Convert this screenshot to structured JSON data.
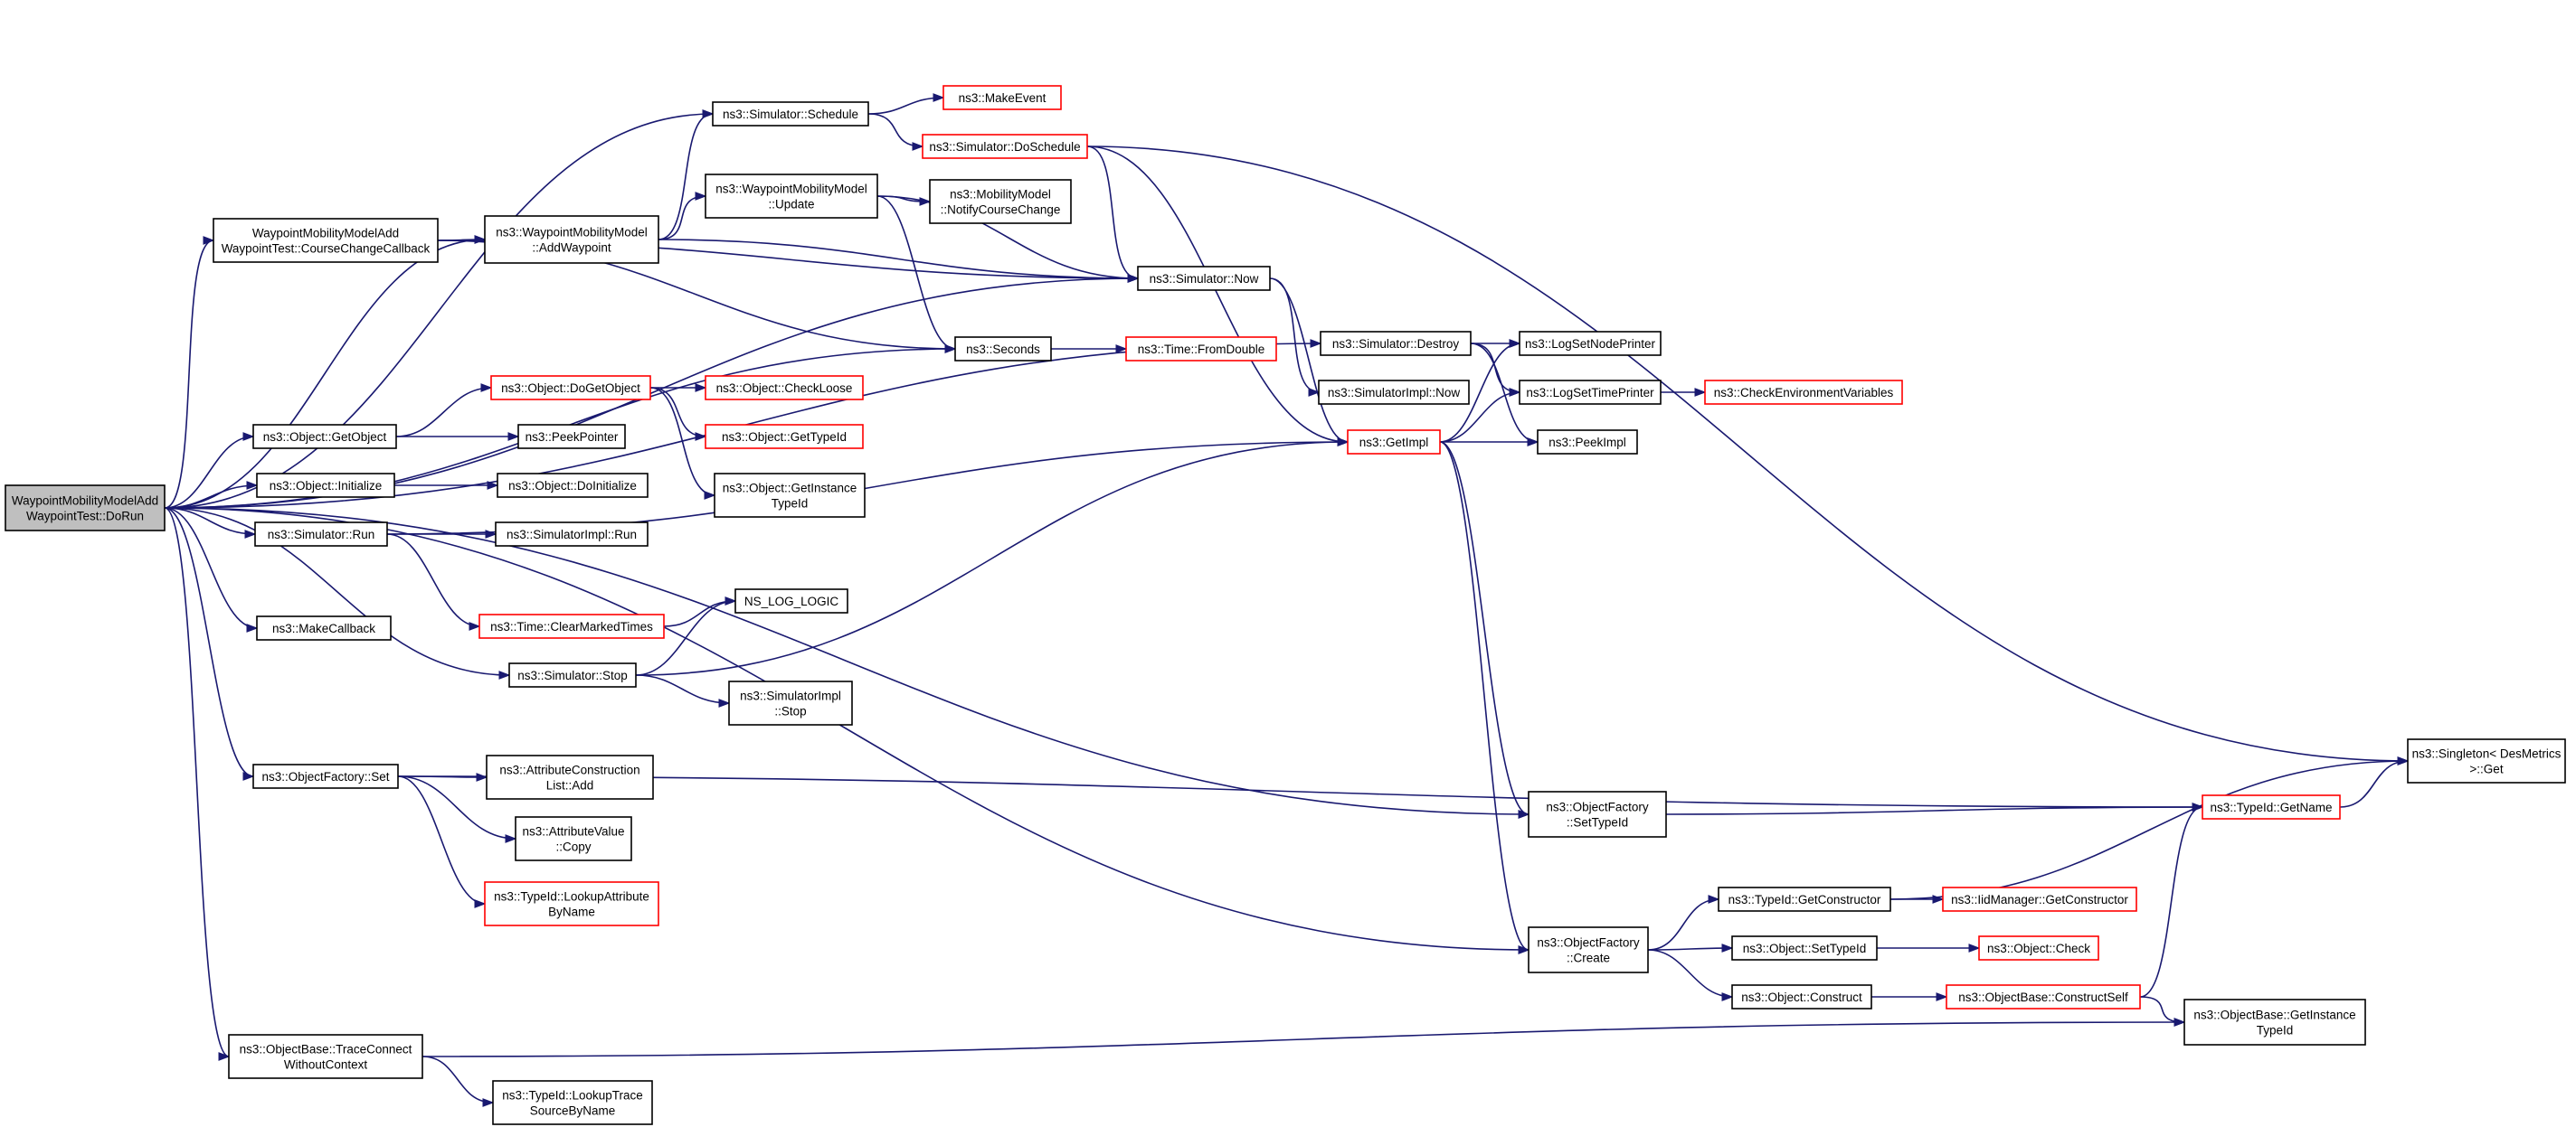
{
  "colors": {
    "edge": "#191970",
    "node_border_default": "#000000",
    "node_border_truncated": "#ff0000",
    "node_fill_default": "#ffffff",
    "node_fill_root": "#bfbfbf"
  },
  "nodes": [
    {
      "id": "root",
      "lines": [
        "WaypointMobilityModelAdd",
        "WaypointTest::DoRun"
      ],
      "style": "root"
    },
    {
      "id": "cccb",
      "lines": [
        "WaypointMobilityModelAdd",
        "WaypointTest::CourseChangeCallback"
      ],
      "style": "normal"
    },
    {
      "id": "addwp",
      "lines": [
        "ns3::WaypointMobilityModel",
        "::AddWaypoint"
      ],
      "style": "normal"
    },
    {
      "id": "schedule",
      "lines": [
        "ns3::Simulator::Schedule"
      ],
      "style": "normal"
    },
    {
      "id": "makeevent",
      "lines": [
        "ns3::MakeEvent"
      ],
      "style": "truncated"
    },
    {
      "id": "doschedule",
      "lines": [
        "ns3::Simulator::DoSchedule"
      ],
      "style": "truncated"
    },
    {
      "id": "update",
      "lines": [
        "ns3::WaypointMobilityModel",
        "::Update"
      ],
      "style": "normal"
    },
    {
      "id": "notify",
      "lines": [
        "ns3::MobilityModel",
        "::NotifyCourseChange"
      ],
      "style": "normal"
    },
    {
      "id": "now",
      "lines": [
        "ns3::Simulator::Now"
      ],
      "style": "normal"
    },
    {
      "id": "seconds",
      "lines": [
        "ns3::Seconds"
      ],
      "style": "normal"
    },
    {
      "id": "fromdouble",
      "lines": [
        "ns3::Time::FromDouble"
      ],
      "style": "truncated"
    },
    {
      "id": "destroy",
      "lines": [
        "ns3::Simulator::Destroy"
      ],
      "style": "normal"
    },
    {
      "id": "logsetnode",
      "lines": [
        "ns3::LogSetNodePrinter"
      ],
      "style": "normal"
    },
    {
      "id": "logsettime",
      "lines": [
        "ns3::LogSetTimePrinter"
      ],
      "style": "normal"
    },
    {
      "id": "checkenv",
      "lines": [
        "ns3::CheckEnvironmentVariables"
      ],
      "style": "truncated"
    },
    {
      "id": "simimplnow",
      "lines": [
        "ns3::SimulatorImpl::Now"
      ],
      "style": "normal"
    },
    {
      "id": "getimpl",
      "lines": [
        "ns3::GetImpl"
      ],
      "style": "truncated"
    },
    {
      "id": "peekimpl",
      "lines": [
        "ns3::PeekImpl"
      ],
      "style": "normal"
    },
    {
      "id": "getobject",
      "lines": [
        "ns3::Object::GetObject"
      ],
      "style": "normal"
    },
    {
      "id": "dogetobject",
      "lines": [
        "ns3::Object::DoGetObject"
      ],
      "style": "truncated"
    },
    {
      "id": "checkloose",
      "lines": [
        "ns3::Object::CheckLoose"
      ],
      "style": "truncated"
    },
    {
      "id": "gettypeid",
      "lines": [
        "ns3::Object::GetTypeId"
      ],
      "style": "truncated"
    },
    {
      "id": "getinsttypeid",
      "lines": [
        "ns3::Object::GetInstance",
        "TypeId"
      ],
      "style": "normal"
    },
    {
      "id": "peekpointer",
      "lines": [
        "ns3::PeekPointer"
      ],
      "style": "normal"
    },
    {
      "id": "initialize",
      "lines": [
        "ns3::Object::Initialize"
      ],
      "style": "normal"
    },
    {
      "id": "doinitialize",
      "lines": [
        "ns3::Object::DoInitialize"
      ],
      "style": "normal"
    },
    {
      "id": "simrun",
      "lines": [
        "ns3::Simulator::Run"
      ],
      "style": "normal"
    },
    {
      "id": "simimplrun",
      "lines": [
        "ns3::SimulatorImpl::Run"
      ],
      "style": "normal"
    },
    {
      "id": "clearmarked",
      "lines": [
        "ns3::Time::ClearMarkedTimes"
      ],
      "style": "truncated"
    },
    {
      "id": "nslog",
      "lines": [
        "NS_LOG_LOGIC"
      ],
      "style": "normal"
    },
    {
      "id": "makecallback",
      "lines": [
        "ns3::MakeCallback"
      ],
      "style": "normal"
    },
    {
      "id": "simstop",
      "lines": [
        "ns3::Simulator::Stop"
      ],
      "style": "normal"
    },
    {
      "id": "simimplstop",
      "lines": [
        "ns3::SimulatorImpl",
        "::Stop"
      ],
      "style": "normal"
    },
    {
      "id": "ofset",
      "lines": [
        "ns3::ObjectFactory::Set"
      ],
      "style": "normal"
    },
    {
      "id": "attrconstr",
      "lines": [
        "ns3::AttributeConstruction",
        "List::Add"
      ],
      "style": "normal"
    },
    {
      "id": "attrcopy",
      "lines": [
        "ns3::AttributeValue",
        "::Copy"
      ],
      "style": "normal"
    },
    {
      "id": "lookupattr",
      "lines": [
        "ns3::TypeId::LookupAttribute",
        "ByName"
      ],
      "style": "truncated"
    },
    {
      "id": "ofsettypeid",
      "lines": [
        "ns3::ObjectFactory",
        "::SetTypeId"
      ],
      "style": "normal"
    },
    {
      "id": "typeidgetname",
      "lines": [
        "ns3::TypeId::GetName"
      ],
      "style": "truncated"
    },
    {
      "id": "singleton",
      "lines": [
        "ns3::Singleton< DesMetrics",
        " >::Get"
      ],
      "style": "normal"
    },
    {
      "id": "ofcreate",
      "lines": [
        "ns3::ObjectFactory",
        "::Create"
      ],
      "style": "normal"
    },
    {
      "id": "getconstructor",
      "lines": [
        "ns3::TypeId::GetConstructor"
      ],
      "style": "normal"
    },
    {
      "id": "iidgetconstr",
      "lines": [
        "ns3::IidManager::GetConstructor"
      ],
      "style": "truncated"
    },
    {
      "id": "objsettypeid",
      "lines": [
        "ns3::Object::SetTypeId"
      ],
      "style": "normal"
    },
    {
      "id": "objcheck",
      "lines": [
        "ns3::Object::Check"
      ],
      "style": "truncated"
    },
    {
      "id": "objconstruct",
      "lines": [
        "ns3::Object::Construct"
      ],
      "style": "normal"
    },
    {
      "id": "constructself",
      "lines": [
        "ns3::ObjectBase::ConstructSelf"
      ],
      "style": "truncated"
    },
    {
      "id": "obgetinsttypeid",
      "lines": [
        "ns3::ObjectBase::GetInstance",
        "TypeId"
      ],
      "style": "normal"
    },
    {
      "id": "traceconnect",
      "lines": [
        "ns3::ObjectBase::TraceConnect",
        "WithoutContext"
      ],
      "style": "normal"
    },
    {
      "id": "lookuptrace",
      "lines": [
        "ns3::TypeId::LookupTrace",
        "SourceByName"
      ],
      "style": "normal"
    }
  ],
  "edges": [
    [
      "root",
      "cccb"
    ],
    [
      "root",
      "addwp"
    ],
    [
      "root",
      "schedule"
    ],
    [
      "root",
      "now"
    ],
    [
      "root",
      "seconds"
    ],
    [
      "root",
      "destroy"
    ],
    [
      "root",
      "getobject"
    ],
    [
      "root",
      "initialize"
    ],
    [
      "root",
      "simrun"
    ],
    [
      "root",
      "makecallback"
    ],
    [
      "root",
      "simstop"
    ],
    [
      "root",
      "ofset"
    ],
    [
      "root",
      "ofsettypeid"
    ],
    [
      "root",
      "ofcreate"
    ],
    [
      "root",
      "traceconnect"
    ],
    [
      "cccb",
      "addwp"
    ],
    [
      "cccb",
      "now"
    ],
    [
      "cccb",
      "seconds"
    ],
    [
      "addwp",
      "schedule"
    ],
    [
      "addwp",
      "update"
    ],
    [
      "addwp",
      "now"
    ],
    [
      "schedule",
      "makeevent"
    ],
    [
      "schedule",
      "doschedule"
    ],
    [
      "doschedule",
      "now"
    ],
    [
      "doschedule",
      "getimpl"
    ],
    [
      "doschedule",
      "singleton"
    ],
    [
      "update",
      "notify"
    ],
    [
      "update",
      "now"
    ],
    [
      "update",
      "seconds"
    ],
    [
      "now",
      "simimplnow"
    ],
    [
      "now",
      "getimpl"
    ],
    [
      "seconds",
      "fromdouble"
    ],
    [
      "destroy",
      "logsetnode"
    ],
    [
      "destroy",
      "logsettime"
    ],
    [
      "destroy",
      "peekimpl"
    ],
    [
      "logsettime",
      "checkenv"
    ],
    [
      "getimpl",
      "logsetnode"
    ],
    [
      "getimpl",
      "logsettime"
    ],
    [
      "getimpl",
      "peekimpl"
    ],
    [
      "getimpl",
      "ofsettypeid"
    ],
    [
      "getimpl",
      "ofcreate"
    ],
    [
      "getobject",
      "dogetobject"
    ],
    [
      "getobject",
      "peekpointer"
    ],
    [
      "dogetobject",
      "checkloose"
    ],
    [
      "dogetobject",
      "gettypeid"
    ],
    [
      "dogetobject",
      "getinsttypeid"
    ],
    [
      "initialize",
      "doinitialize"
    ],
    [
      "simrun",
      "simimplrun"
    ],
    [
      "simrun",
      "clearmarked"
    ],
    [
      "simrun",
      "getimpl"
    ],
    [
      "clearmarked",
      "nslog"
    ],
    [
      "simstop",
      "nslog"
    ],
    [
      "simstop",
      "simimplstop"
    ],
    [
      "simstop",
      "getimpl"
    ],
    [
      "ofset",
      "attrconstr"
    ],
    [
      "ofset",
      "attrcopy"
    ],
    [
      "ofset",
      "lookupattr"
    ],
    [
      "ofset",
      "typeidgetname"
    ],
    [
      "ofsettypeid",
      "typeidgetname"
    ],
    [
      "typeidgetname",
      "singleton"
    ],
    [
      "ofcreate",
      "getconstructor"
    ],
    [
      "ofcreate",
      "objsettypeid"
    ],
    [
      "ofcreate",
      "objconstruct"
    ],
    [
      "getconstructor",
      "iidgetconstr"
    ],
    [
      "getconstructor",
      "singleton"
    ],
    [
      "objsettypeid",
      "objcheck"
    ],
    [
      "objconstruct",
      "constructself"
    ],
    [
      "constructself",
      "typeidgetname"
    ],
    [
      "constructself",
      "obgetinsttypeid"
    ],
    [
      "traceconnect",
      "obgetinsttypeid"
    ],
    [
      "traceconnect",
      "lookuptrace"
    ]
  ]
}
